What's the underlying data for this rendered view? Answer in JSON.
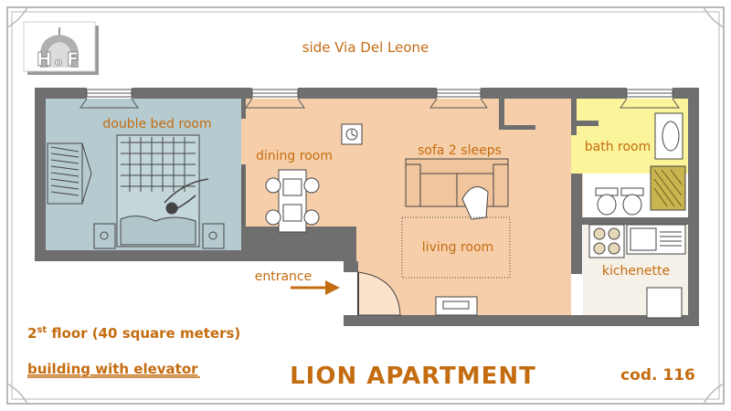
{
  "logo": {
    "text_left": "H",
    "text_small": "o",
    "text_right": "F"
  },
  "street": "side Via Del Leone",
  "rooms": {
    "double_bed": "double bed room",
    "dining": "dining room",
    "sofa": "sofa 2 sleeps",
    "bath": "bath room",
    "living": "living room",
    "kitchen": "kichenette"
  },
  "entrance": "entrance",
  "floor": {
    "number": "2",
    "suffix": "st",
    "rest": " floor (40 square meters)"
  },
  "elevator": "building with elevator",
  "title": "LION APARTMENT",
  "code": "cod. 116",
  "colors": {
    "accent": "#c46c10",
    "bedroom": "#b6cbcf",
    "living": "#f6cfaa",
    "bath": "#fbf49a",
    "kitchen": "#f5f0e8",
    "wall": "#6f6f6f"
  }
}
